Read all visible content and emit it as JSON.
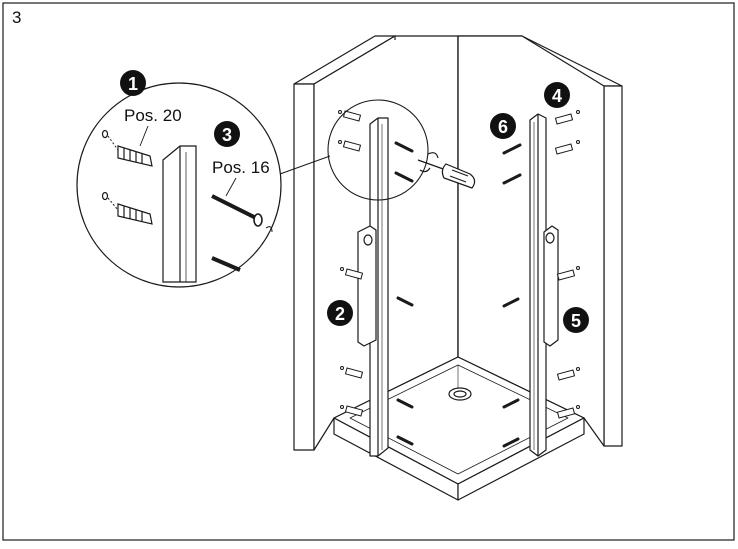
{
  "step": {
    "number": "3"
  },
  "detail": {
    "labels": {
      "pos20": "Pos. 20",
      "pos16": "Pos. 16"
    }
  },
  "callouts": [
    {
      "id": "1",
      "label": "1"
    },
    {
      "id": "2",
      "label": "2"
    },
    {
      "id": "3",
      "label": "3"
    },
    {
      "id": "4",
      "label": "4"
    },
    {
      "id": "5",
      "label": "5"
    },
    {
      "id": "6",
      "label": "6"
    }
  ],
  "colors": {
    "line": "#1a1a1a",
    "callout_fill": "#111111",
    "callout_text": "#ffffff",
    "background": "#ffffff"
  }
}
